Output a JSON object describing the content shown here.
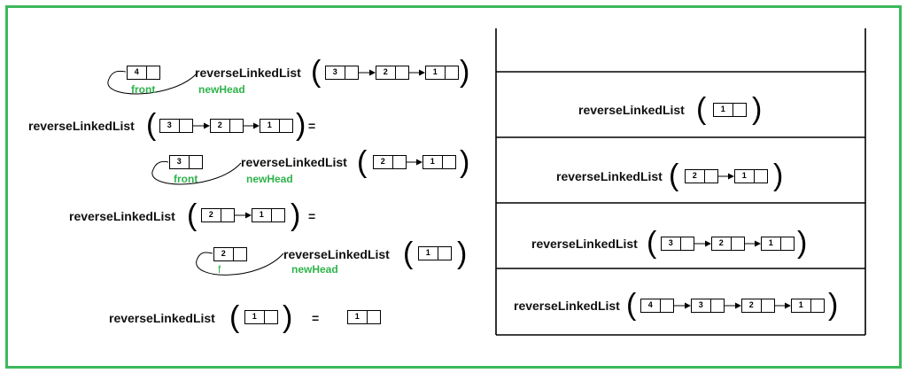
{
  "function_name": "reverseLinkedList",
  "equals": "=",
  "labels": {
    "front": "front",
    "new_head": "newHead",
    "f": "f"
  },
  "colors": {
    "border": "#3cb95c",
    "label": "#2eb34a",
    "ink": "#000000"
  },
  "left_steps": [
    {
      "kind": "detached",
      "node": "4",
      "list": [
        "3",
        "2",
        "1"
      ],
      "labels": [
        "front",
        "newHead"
      ]
    },
    {
      "kind": "call",
      "list": [
        "3",
        "2",
        "1"
      ],
      "equals": "="
    },
    {
      "kind": "detached",
      "node": "3",
      "list": [
        "2",
        "1"
      ],
      "labels": [
        "front",
        "newHead"
      ]
    },
    {
      "kind": "call",
      "list": [
        "2",
        "1"
      ],
      "equals": "="
    },
    {
      "kind": "detached",
      "node": "2",
      "list": [
        "1"
      ],
      "labels": [
        "f",
        "newHead"
      ]
    },
    {
      "kind": "base",
      "list": [
        "1"
      ],
      "equals": "=",
      "result": [
        "1"
      ]
    }
  ],
  "call_stack": [
    {
      "list": [
        "1"
      ]
    },
    {
      "list": [
        "2",
        "1"
      ]
    },
    {
      "list": [
        "3",
        "2",
        "1"
      ]
    },
    {
      "list": [
        "4",
        "3",
        "2",
        "1"
      ]
    }
  ]
}
